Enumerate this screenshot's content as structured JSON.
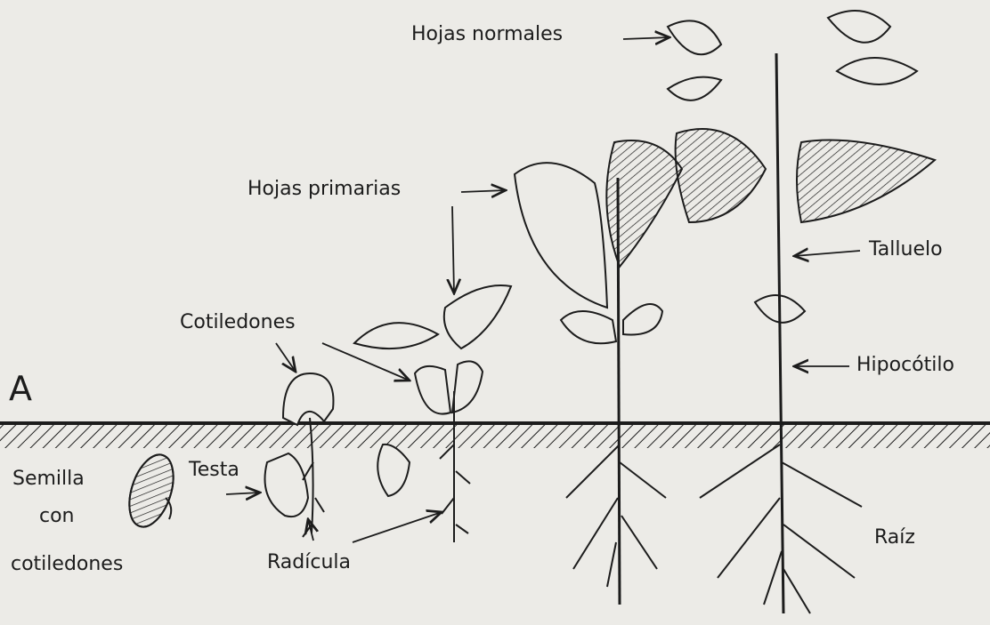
{
  "panel_letter": "A",
  "labels": {
    "hojas_normales": "Hojas normales",
    "hojas_primarias": "Hojas primarias",
    "talluelo": "Talluelo",
    "hipocotilo": "Hipocótilo",
    "cotiledones": "Cotiledones",
    "testa": "Testa",
    "radicula": "Radícula",
    "raiz": "Raíz",
    "semilla_line1": "Semilla",
    "semilla_line2": "con",
    "semilla_line3": "cotiledones"
  },
  "colors": {
    "background": "#ecebe7",
    "ink": "#1c1c1c"
  }
}
